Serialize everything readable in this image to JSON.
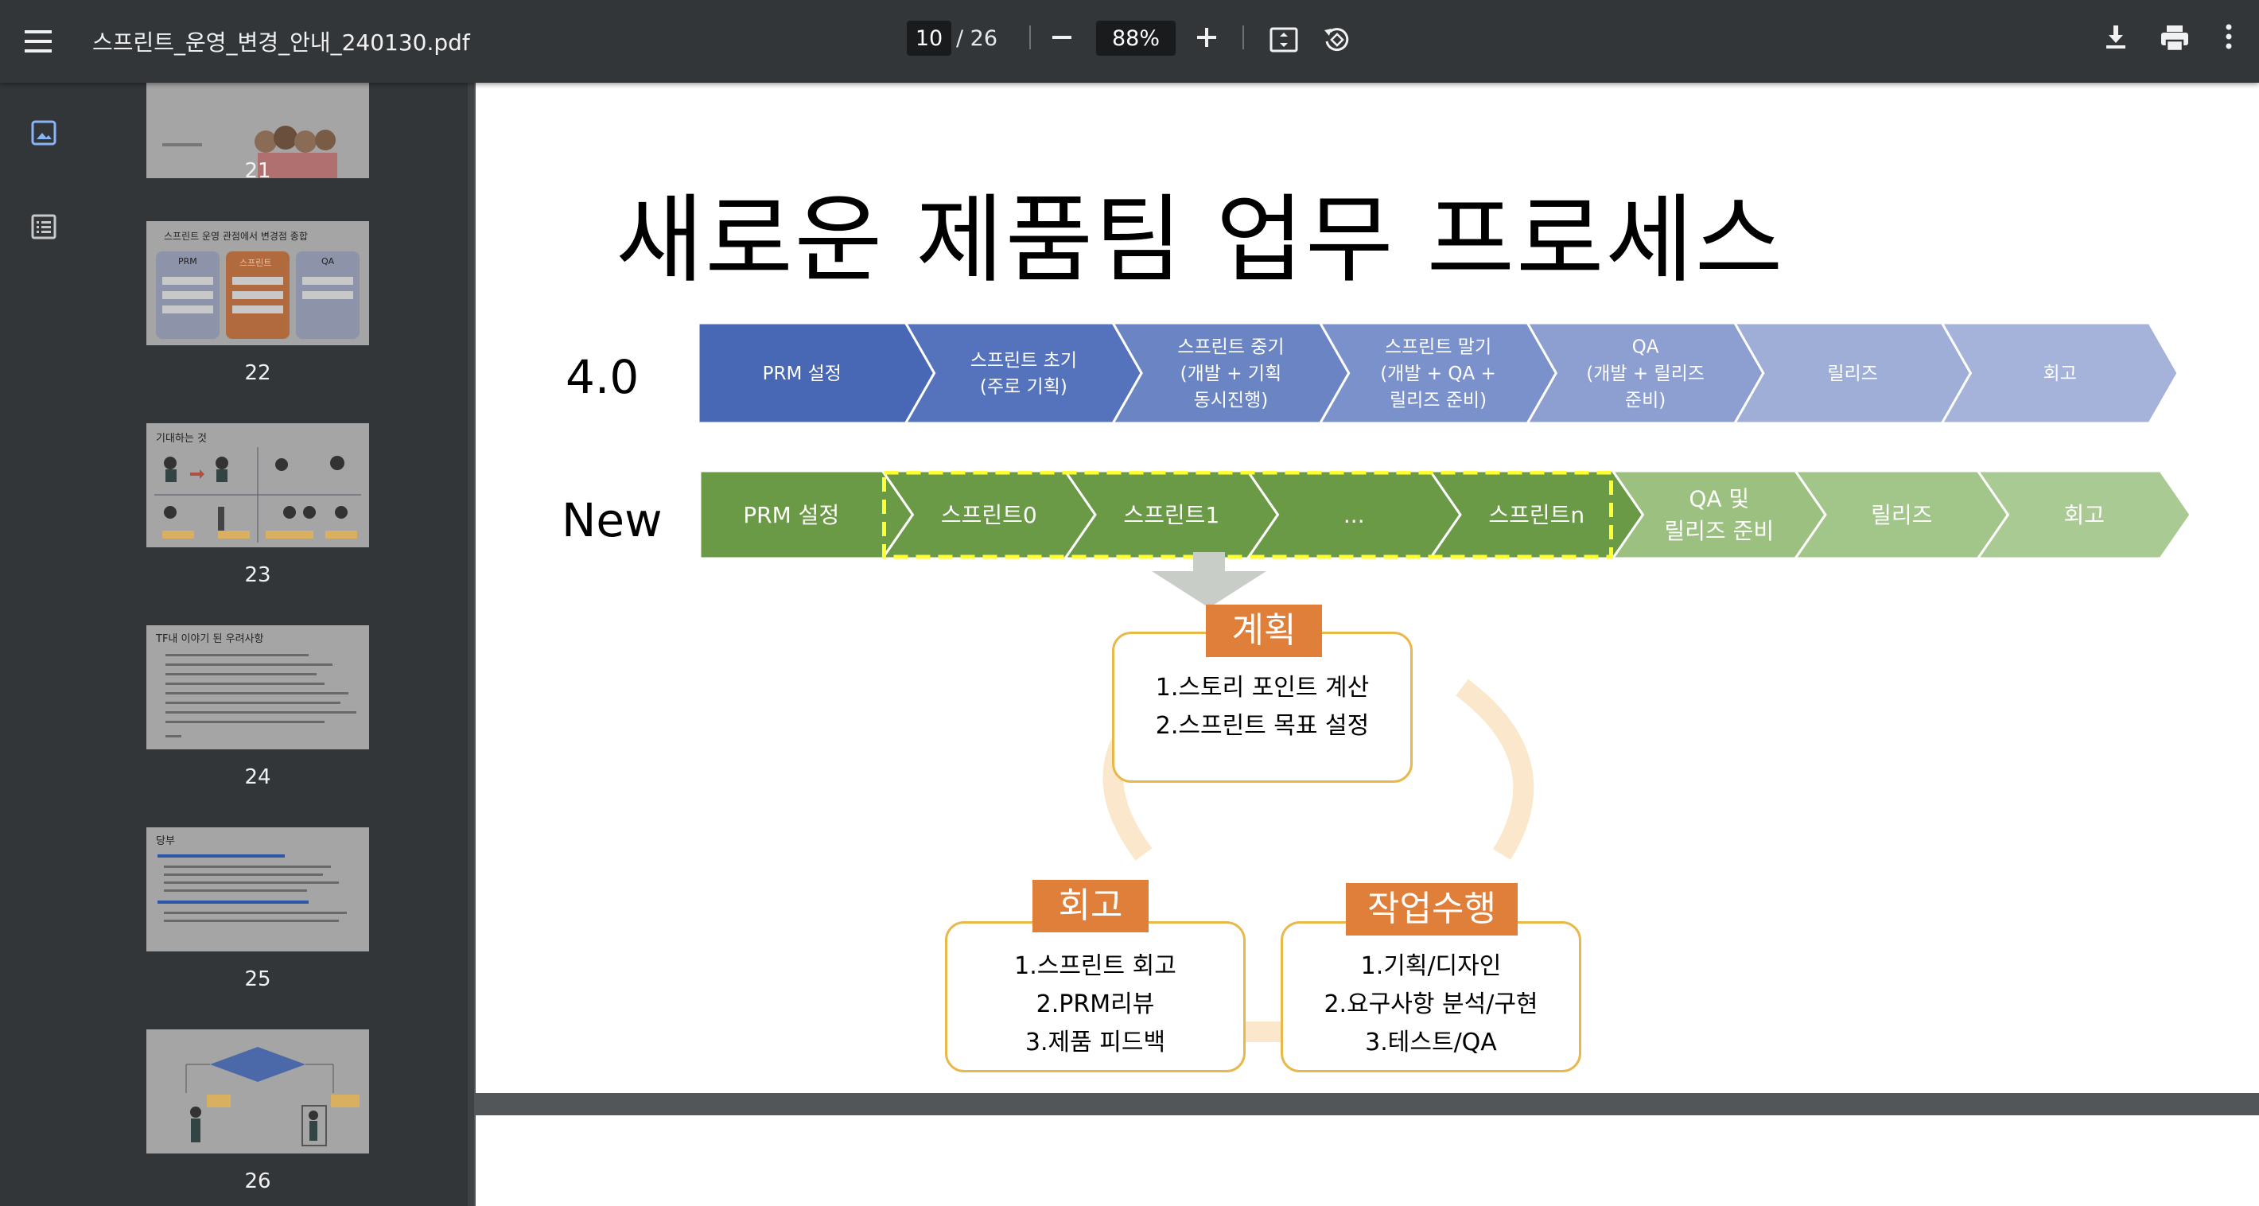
{
  "toolbar": {
    "title": "스프린트_운영_변경_안내_240130.pdf",
    "page_current": "10",
    "page_total": "/ 26",
    "zoom": "88%"
  },
  "sidebar": {
    "thumbnails": [
      {
        "num": "21"
      },
      {
        "num": "22",
        "caption": "스프린트 운영 관점에서 변경점 종합",
        "cols": [
          "PRM",
          "스프린트",
          "QA"
        ]
      },
      {
        "num": "23",
        "caption": "기대하는 것"
      },
      {
        "num": "24",
        "caption": "TF내 이야기 된 우려사항"
      },
      {
        "num": "25",
        "caption": "당부"
      },
      {
        "num": "26"
      }
    ]
  },
  "slide": {
    "title": "새로운 제품팀 업무 프로세스",
    "row1_label": "4.0",
    "row2_label": "New",
    "row1": [
      [
        "PRM 설정"
      ],
      [
        "스프린트 초기",
        "(주로 기획)"
      ],
      [
        "스프린트 중기",
        "(개발 + 기획",
        "동시진행)"
      ],
      [
        "스프린트 말기",
        "(개발 + QA +",
        "릴리즈 준비)"
      ],
      [
        "QA",
        "(개발 + 릴리즈",
        "준비)"
      ],
      [
        "릴리즈"
      ],
      [
        "회고"
      ]
    ],
    "row2": [
      [
        "PRM 설정"
      ],
      [
        "스프린트0"
      ],
      [
        "스프린트1"
      ],
      [
        "..."
      ],
      [
        "스프린트n"
      ],
      [
        "QA 및",
        "릴리즈 준비"
      ],
      [
        "릴리즈"
      ],
      [
        "회고"
      ]
    ],
    "cycle": {
      "plan_tag": "계획",
      "plan_items": [
        "1.스토리 포인트 계산",
        "2.스프린트 목표 설정"
      ],
      "retro_tag": "회고",
      "retro_items": [
        "1.스프린트 회고",
        "2.PRM리뷰",
        "3.제품 피드백"
      ],
      "work_tag": "작업수행",
      "work_items": [
        "1.기획/디자인",
        "2.요구사항 분석/구현",
        "3.테스트/QA"
      ]
    }
  },
  "colors": {
    "row1": [
      "#4868b5",
      "#5573bc",
      "#6b85c4",
      "#7b91cb",
      "#8d9fd1",
      "#9eaed7",
      "#a5b2da"
    ],
    "row2": [
      "#6b9a47",
      "#6b9a47",
      "#6b9a47",
      "#6b9a47",
      "#6b9a47",
      "#9bc07f",
      "#a2c589",
      "#a9ca92"
    ],
    "cycle_tag": "#e07f3a",
    "cycle_border": "#e8b84a"
  }
}
